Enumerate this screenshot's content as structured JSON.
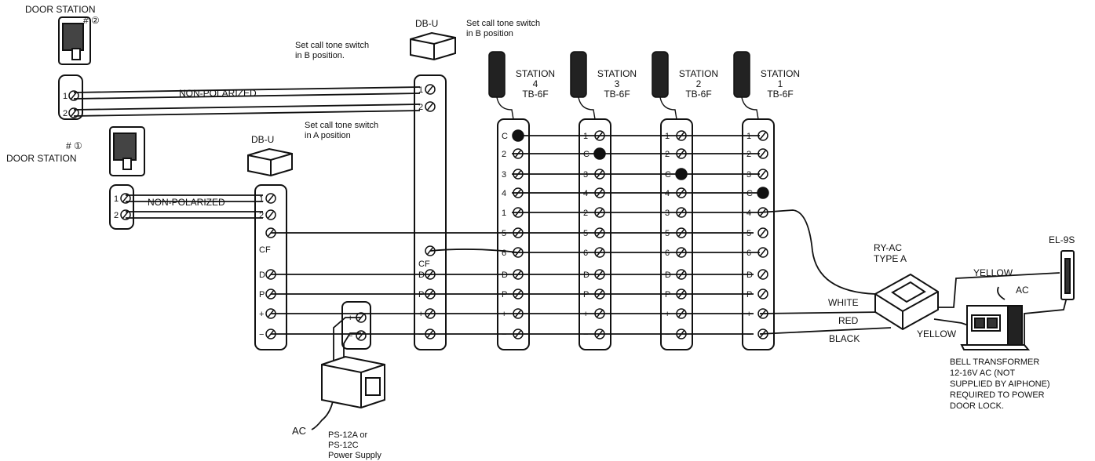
{
  "door_station_2": {
    "title": "DOOR STATION",
    "number": "# ②",
    "terminals": [
      "1",
      "2"
    ]
  },
  "door_station_1": {
    "title": "DOOR STATION",
    "number": "# ①",
    "terminals": [
      "1",
      "2"
    ]
  },
  "db_u_top": {
    "label": "DB-U",
    "note": "Set call tone switch\nin B position",
    "terminals": [
      "1",
      "2",
      "CF",
      "D",
      "P",
      "+",
      "−"
    ]
  },
  "db_u_left": {
    "label": "DB-U",
    "note": "Set call tone switch\nin A position",
    "terminals": [
      "1",
      "2",
      "CF",
      "D",
      "P",
      "+",
      "−"
    ]
  },
  "note_b_position": "Set call tone switch\nin B position.",
  "wire_labels": {
    "non_polarized_top": "NON-POLARIZED",
    "non_polarized_bottom": "NON-POLARIZED"
  },
  "stations": [
    {
      "name": "STATION",
      "number": "4",
      "model": "TB-6F",
      "terminals": [
        "C",
        "2",
        "3",
        "4",
        "1",
        "5",
        "6",
        "D",
        "P",
        "+",
        "−"
      ]
    },
    {
      "name": "STATION",
      "number": "3",
      "model": "TB-6F",
      "terminals": [
        "1",
        "C",
        "3",
        "4",
        "2",
        "5",
        "6",
        "D",
        "P",
        "+",
        "−"
      ]
    },
    {
      "name": "STATION",
      "number": "2",
      "model": "TB-6F",
      "terminals": [
        "1",
        "2",
        "C",
        "4",
        "3",
        "5",
        "6",
        "D",
        "P",
        "+",
        "−"
      ]
    },
    {
      "name": "STATION",
      "number": "1",
      "model": "TB-6F",
      "terminals": [
        "1",
        "2",
        "3",
        "C",
        "4",
        "5",
        "6",
        "D",
        "P",
        "+",
        "−"
      ]
    }
  ],
  "relay": {
    "name": "RY-AC",
    "type": "TYPE A",
    "wires": [
      "WHITE",
      "RED",
      "BLACK",
      "YELLOW"
    ]
  },
  "door_lock": {
    "label": "EL-9S",
    "wire": "YELLOW",
    "ac": "AC"
  },
  "bell_transformer": {
    "lines": [
      "BELL TRANSFORMER",
      "12-16V AC (NOT",
      "SUPPLIED BY AIPHONE)",
      "REQUIRED TO POWER",
      "DOOR LOCK."
    ]
  },
  "power_supply": {
    "ac": "AC",
    "lines": [
      "PS-12A or",
      "PS-12C",
      "Power Supply"
    ],
    "terminals": [
      "+",
      "−"
    ]
  }
}
